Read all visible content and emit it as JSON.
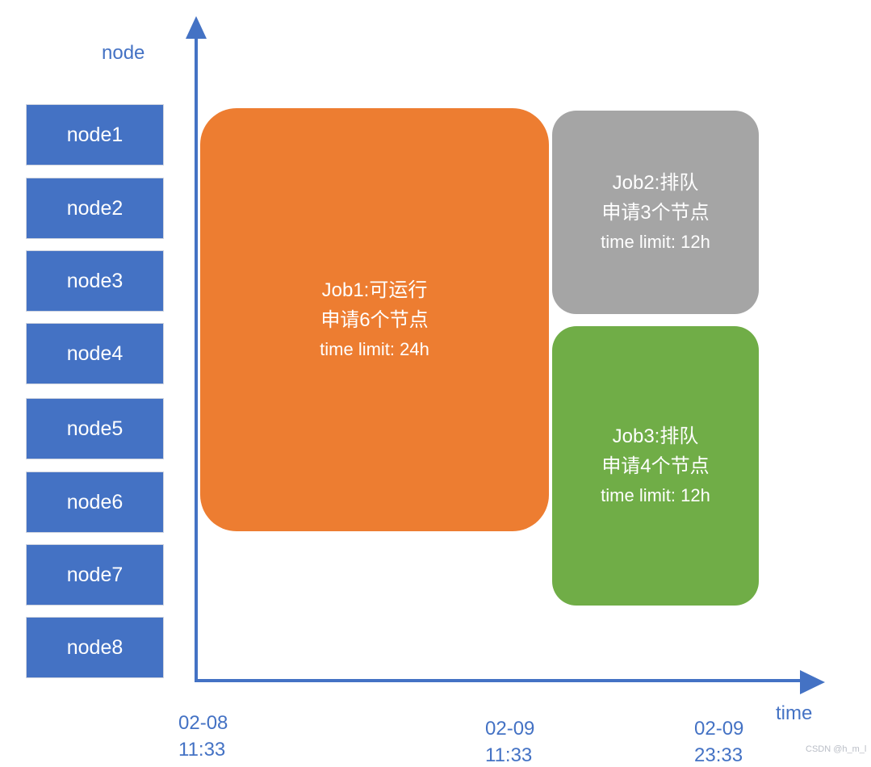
{
  "axis": {
    "y_label": "node",
    "x_label": "time"
  },
  "nodes": [
    "node1",
    "node2",
    "node3",
    "node4",
    "node5",
    "node6",
    "node7",
    "node8"
  ],
  "jobs": [
    {
      "status_line": "Job1:可运行",
      "request_line": "申请6个节点",
      "limit_line": "time limit: 24h",
      "color": "#ED7D31"
    },
    {
      "status_line": "Job2:排队",
      "request_line": "申请3个节点",
      "limit_line": "time limit: 12h",
      "color": "#A5A5A5"
    },
    {
      "status_line": "Job3:排队",
      "request_line": "申请4个节点",
      "limit_line": "time limit: 12h",
      "color": "#70AD47"
    }
  ],
  "x_ticks": [
    {
      "date": "02-08",
      "time": "11:33"
    },
    {
      "date": "02-09",
      "time": "11:33"
    },
    {
      "date": "02-09",
      "time": "23:33"
    }
  ],
  "watermark": "CSDN @h_m_l",
  "colors": {
    "node_box": "#4472C4",
    "axis": "#4472C4",
    "job1": "#ED7D31",
    "job2": "#A5A5A5",
    "job3": "#70AD47"
  }
}
